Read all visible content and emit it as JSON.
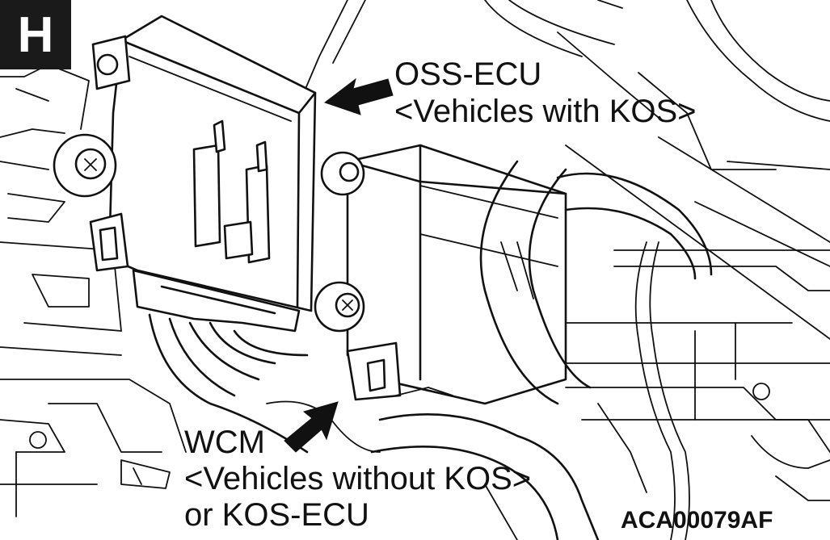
{
  "figure": {
    "panel_tag": "H",
    "callouts": {
      "oss_ecu": {
        "line1": "OSS-ECU",
        "line2": "<Vehicles with KOS>",
        "arrow_icon": "black-arrow-icon"
      },
      "wcm": {
        "line1": "WCM",
        "line2": "<Vehicles without KOS>",
        "line3": "or KOS-ECU",
        "arrow_icon": "black-arrow-icon"
      }
    },
    "figure_code": "ACA00079AF"
  },
  "colors": {
    "ink": "#111111",
    "background": "#ffffff",
    "tag_background": "#1a1a1a"
  }
}
